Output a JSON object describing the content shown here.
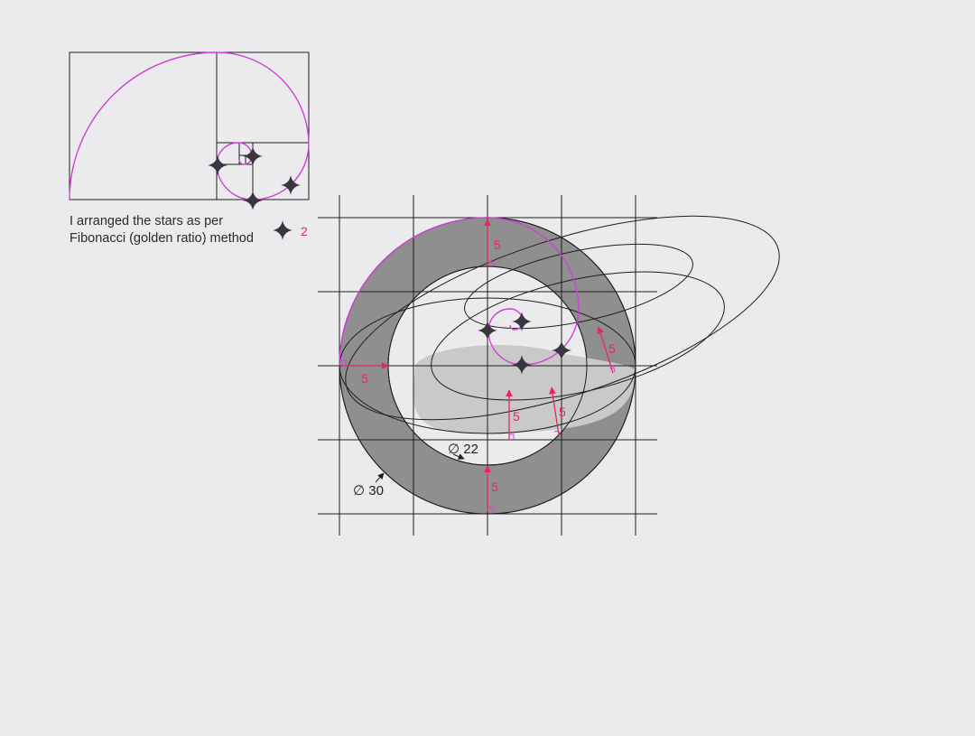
{
  "annotation": {
    "line1": "I arranged the stars as per",
    "line2": "Fibonacci (golden ratio) method"
  },
  "legend": {
    "star_size_label": "2"
  },
  "dimensions": {
    "offset_label": "5",
    "inner_diameter": "∅ 22",
    "outer_diameter": "∅ 30"
  },
  "colors": {
    "background": "#ebebed",
    "spiral": "#d13fd6",
    "arrow": "#e8275f",
    "ring": "#8f8f8f",
    "band": "#c9c9c9",
    "star": "#3a3540",
    "line": "#1e1e1e"
  },
  "icons": [
    "four-point-star-icon",
    "arrow-icon",
    "right-angle-marker-icon"
  ]
}
